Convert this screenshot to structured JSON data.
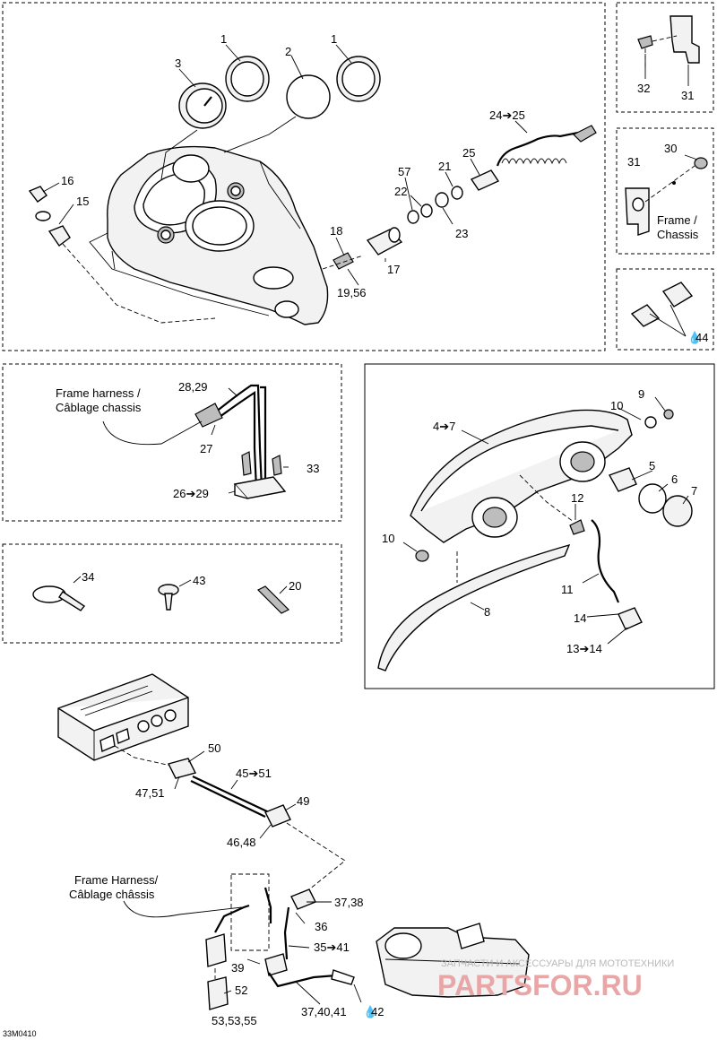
{
  "labels": {
    "l1a": "1",
    "l1b": "1",
    "l2": "2",
    "l3": "3",
    "l24": "24➔25",
    "l25": "25",
    "l57": "57",
    "l21": "21",
    "l22": "22",
    "l23": "23",
    "l16": "16",
    "l15": "15",
    "l18": "18",
    "l17": "17",
    "l19": "19,56",
    "l30": "30",
    "l31a": "31",
    "l31b": "31",
    "l32": "32",
    "frame1": "Frame /",
    "chassis1": "Chassis",
    "l44": "44",
    "fh1": "Frame harness /",
    "fh2": "Câblage chassis",
    "l2829": "28,29",
    "l27": "27",
    "l33": "33",
    "l2629": "26➔29",
    "l34": "34",
    "l43": "43",
    "l20": "20",
    "l9": "9",
    "l10a": "10",
    "l47": "4➔7",
    "l5": "5",
    "l6": "6",
    "l7": "7",
    "l12": "12",
    "l10b": "10",
    "l11": "11",
    "l8": "8",
    "l14": "14",
    "l1314": "13➔14",
    "l50": "50",
    "l4751": "47,51",
    "l4551": "45➔51",
    "l49": "49",
    "l4648": "46,48",
    "fh3": "Frame Harness/",
    "fh4": "Câblage châssis",
    "l3738": "37,38",
    "l36": "36",
    "l3541": "35➔41",
    "l39": "39",
    "l52": "52",
    "l535355": "53,53,55",
    "l374041": "37,40,41",
    "l42": "42",
    "code": "33M0410",
    "wm_small": "ЗАПЧАСТИ И АКСЕССУАРЫ ДЛЯ МОТОТЕХНИКИ",
    "wm_big": "PARTSFOR.RU"
  }
}
